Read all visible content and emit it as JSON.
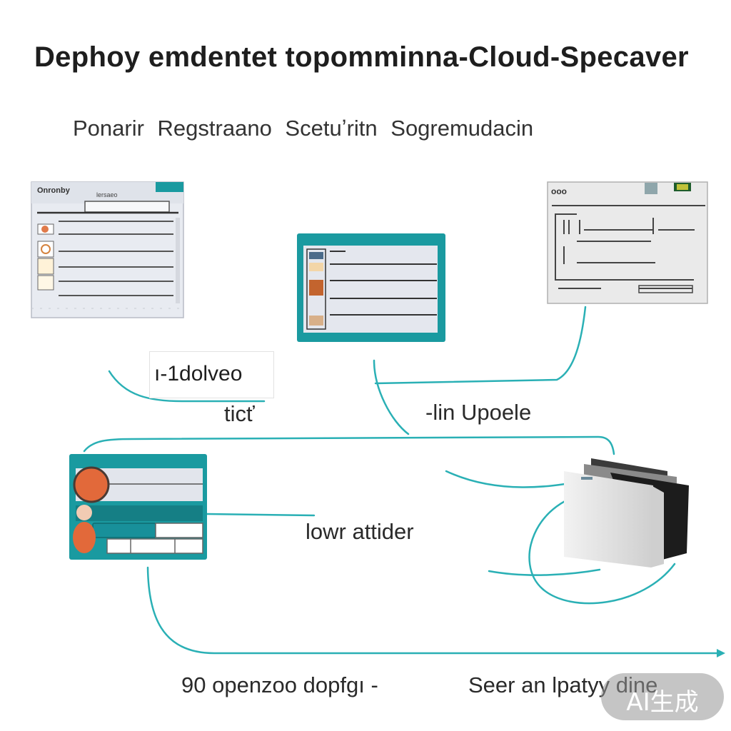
{
  "title": "Dephoy emdentet topomminna-Cloud-Specaver",
  "subtitle": "Ponarir Regstraano Scetuʼritn Sogremudacin",
  "labels": {
    "label_box": "ı-1dolveo",
    "tict": "ticť",
    "upoele": "-lin Upoele",
    "tour": "lowr attider",
    "bottom_left": "90 openzoo dopfgı -",
    "bottom_right": "Seer an lpatyy dine"
  },
  "windows": {
    "left": {
      "title": "Onronby",
      "field": "lersaeo"
    },
    "right": {
      "title": "ooo"
    }
  },
  "watermark": "AI生成",
  "colors": {
    "accent": "#1a9aa0",
    "line": "#2ab0b5",
    "card": "#e4e7ee"
  }
}
